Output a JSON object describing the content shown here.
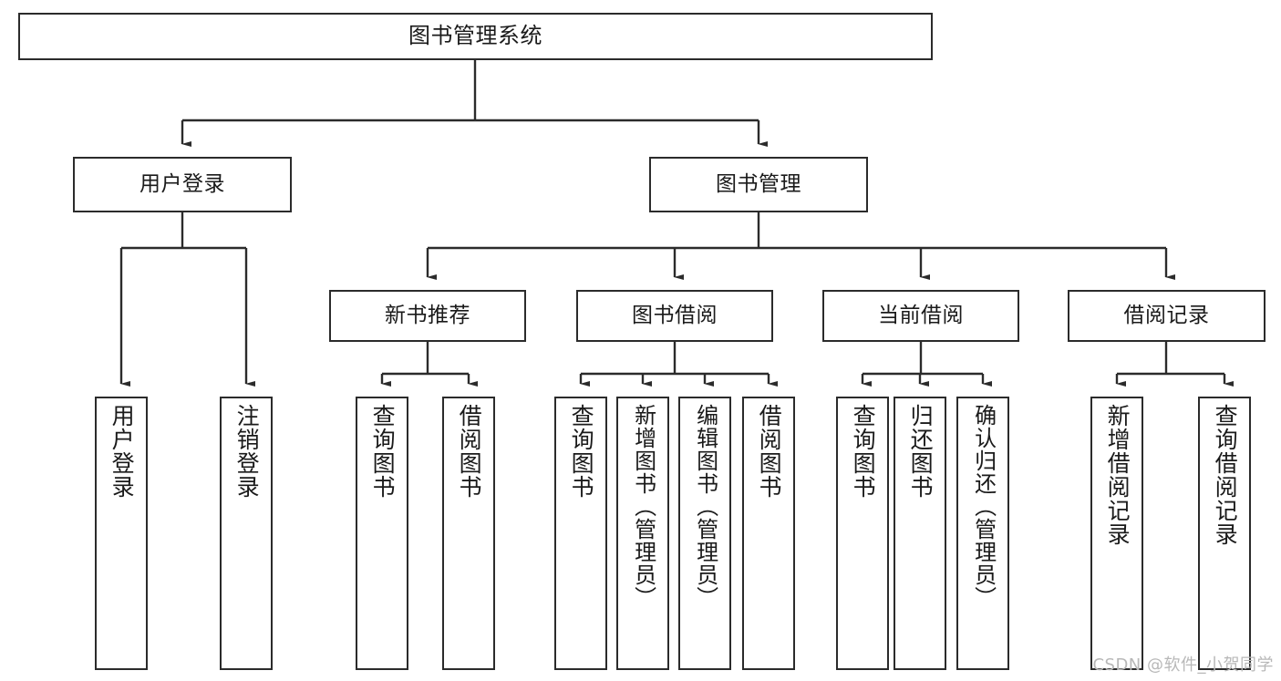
{
  "diagram": {
    "type": "tree",
    "title": "图书管理系统",
    "orientation": "top-down",
    "line_color": "#2b2b2b",
    "box_fill": "#ffffff",
    "text_color": "#1a1a1a",
    "nodes": {
      "root": {
        "label": "图书管理系统"
      },
      "level2": [
        {
          "label": "用户登录"
        },
        {
          "label": "图书管理"
        }
      ],
      "level3": [
        {
          "label": "新书推荐"
        },
        {
          "label": "图书借阅"
        },
        {
          "label": "当前借阅"
        },
        {
          "label": "借阅记录"
        }
      ],
      "leaves": {
        "user_login": [
          {
            "label": "用户登录"
          },
          {
            "label": "注销登录"
          }
        ],
        "new_book_recommend": [
          {
            "label": "查询图书"
          },
          {
            "label": "借阅图书"
          }
        ],
        "book_borrow": [
          {
            "label": "查询图书"
          },
          {
            "label": "新增图书（管理员）"
          },
          {
            "label": "编辑图书（管理员）"
          },
          {
            "label": "借阅图书"
          }
        ],
        "current_borrow": [
          {
            "label": "查询图书"
          },
          {
            "label": "归还图书"
          },
          {
            "label": "确认归还（管理员）"
          }
        ],
        "borrow_record": [
          {
            "label": "新增借阅记录"
          },
          {
            "label": "查询借阅记录"
          }
        ]
      }
    }
  },
  "watermark": {
    "text": "CSDN @软件_小贺同学"
  }
}
